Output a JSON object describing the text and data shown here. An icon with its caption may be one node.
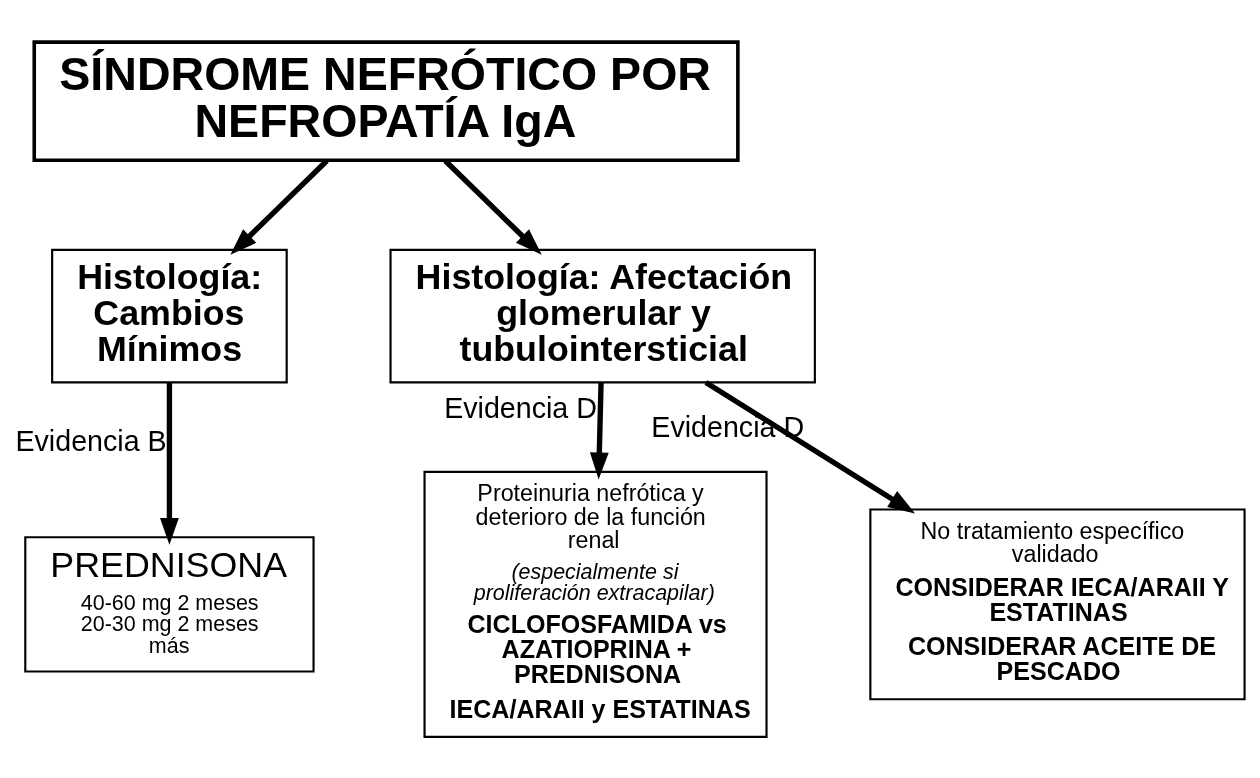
{
  "diagram": {
    "nodes": [
      {
        "text": [
          "SÍNDROME NEFRÓTICO POR NEFROPATÍA IgA"
        ]
      },
      {
        "text": [
          "Histología: Cambios Mínimos"
        ]
      },
      {
        "text": [
          "Histología: Afectación glomerular y tubulointersticial"
        ]
      },
      {
        "text": [
          "PREDNISONA",
          "40-60 mg 2 meses 20-30 mg 2 meses más"
        ]
      },
      {
        "text": [
          "Proteinuria nefrótica y deterioro de la función renal",
          "(especialmente si proliferación extracapilar)",
          "CICLOFOSFAMIDA vs AZATIOPRINA + PREDNISONA",
          "IECA/ARAII y ESTATINAS"
        ]
      },
      {
        "text": [
          "No tratamiento específico validado",
          "CONSIDERAR IECA/ARAII Y ESTATINAS",
          "CONSIDERAR ACEITE DE PESCADO"
        ]
      }
    ],
    "edges": [
      {
        "from": 0,
        "to": 1,
        "arrow": "to"
      },
      {
        "from": 0,
        "to": 2,
        "arrow": "to"
      },
      {
        "from": 1,
        "to": 3,
        "arrow": "to",
        "label": "Evidencia B"
      },
      {
        "from": 2,
        "to": 4,
        "arrow": "to",
        "label": "Evidencia D"
      },
      {
        "from": 2,
        "to": 5,
        "arrow": "to",
        "label": "Evidencia D"
      }
    ]
  }
}
